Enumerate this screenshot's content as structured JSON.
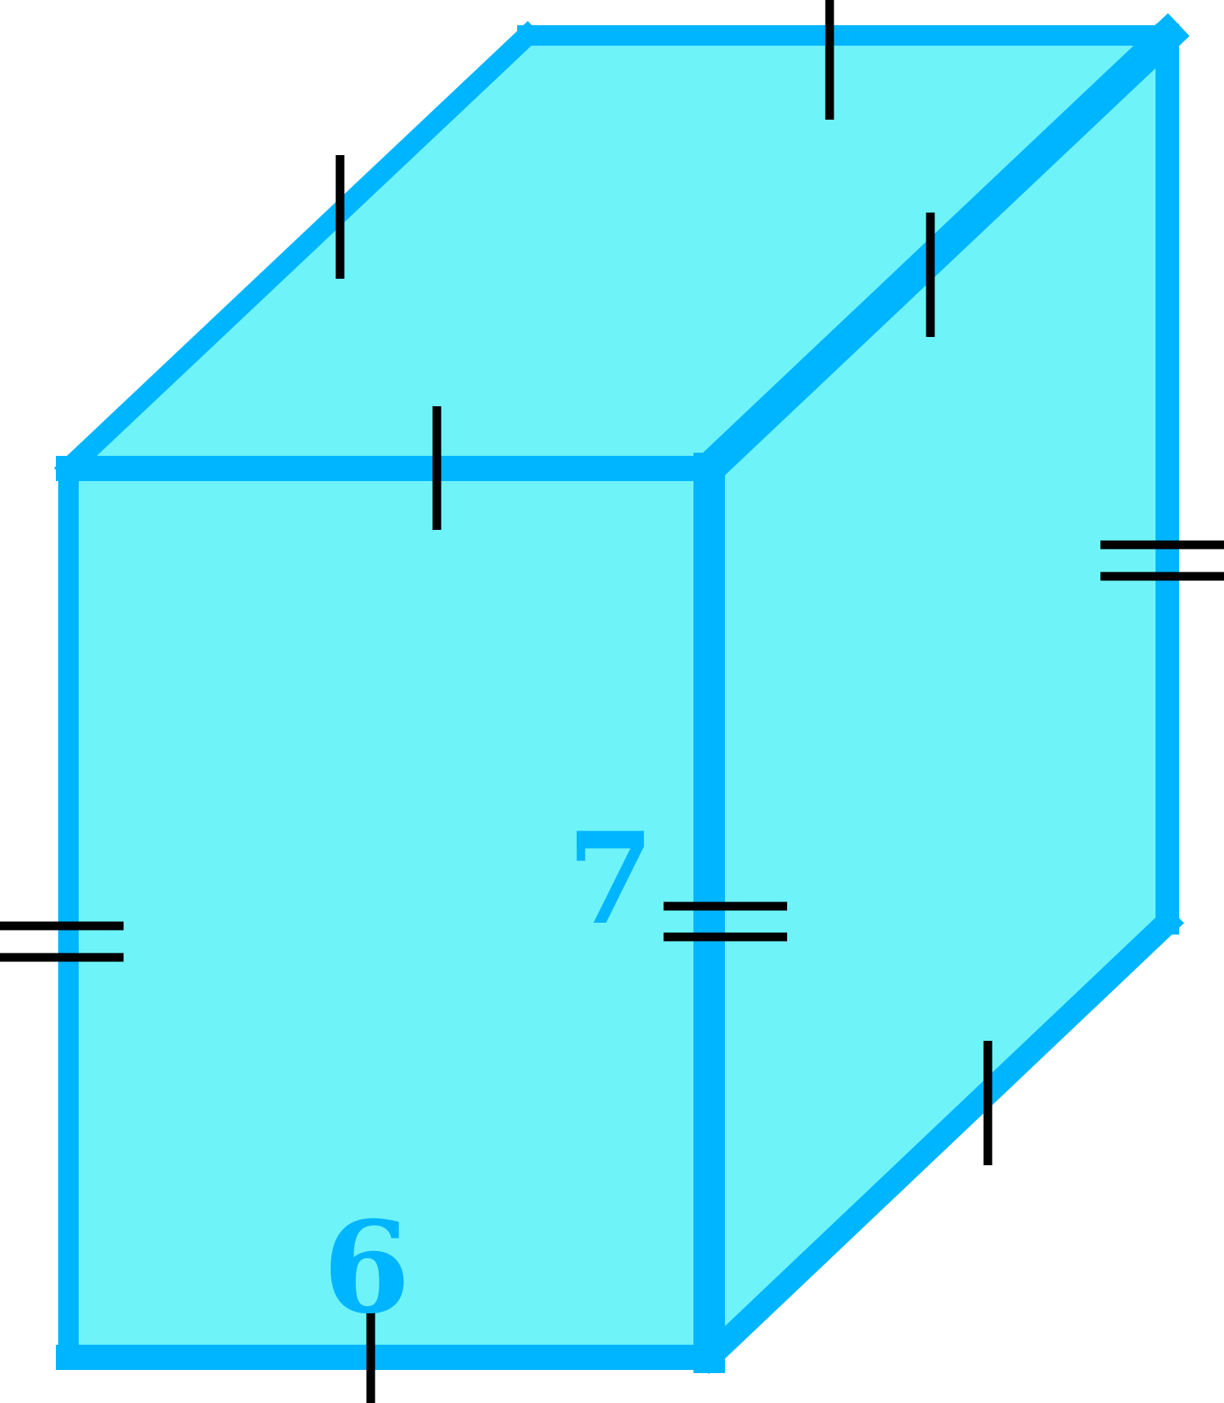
{
  "diagram": {
    "shape": "rectangular prism",
    "labels": {
      "width": "6",
      "height": "7"
    },
    "tick_marks": {
      "single_tick_edges": 6,
      "double_tick_edges": 3
    },
    "colors": {
      "face_fill": "#6df3f8",
      "edge_stroke": "#00b5ff",
      "tick_stroke": "#000000",
      "label_fill": "#00b5ff"
    }
  }
}
